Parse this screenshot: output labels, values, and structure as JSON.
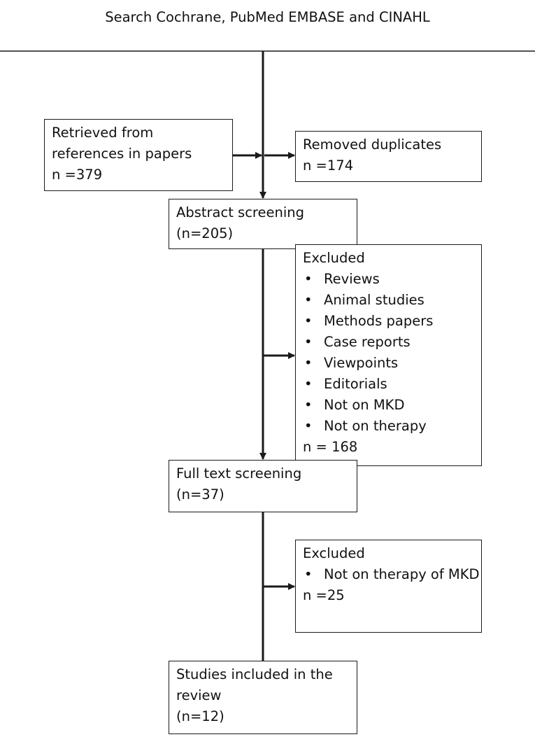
{
  "header": {
    "title": "Search Cochrane, PubMed EMBASE and CINAHL"
  },
  "boxes": {
    "retrieved": {
      "lines": [
        "Retrieved from",
        "references in papers",
        "n =379"
      ]
    },
    "duplicates": {
      "lines": [
        "Removed duplicates",
        "n =174"
      ]
    },
    "abstract": {
      "lines": [
        "Abstract screening",
        "(n=205)"
      ]
    },
    "excluded1": {
      "title": "Excluded",
      "items": [
        "Reviews",
        "Animal studies",
        "Methods papers",
        "Case reports",
        "Viewpoints",
        "Editorials",
        "Not on MKD",
        "Not on therapy"
      ],
      "count": "n = 168"
    },
    "fulltext": {
      "lines": [
        "Full text screening",
        "(n=37)"
      ]
    },
    "excluded2": {
      "title": "Excluded",
      "items": [
        "Not on therapy of MKD"
      ],
      "count": "n =25"
    },
    "included": {
      "lines": [
        "Studies included in the",
        "review",
        "(n=12)"
      ]
    }
  },
  "colors": {
    "line": "#1a1a1a",
    "background": "#ffffff"
  }
}
